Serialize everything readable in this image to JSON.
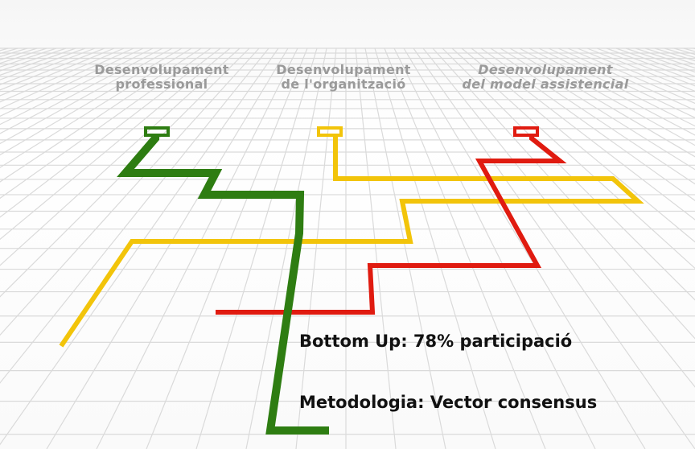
{
  "headers": [
    {
      "line1": "Desenvolupament",
      "line2": "professional",
      "color": "#2e7d12"
    },
    {
      "line1": "Desenvolupament",
      "line2": "de l'organització",
      "color": "#f2c40a"
    },
    {
      "line1": "Desenvolupament",
      "line2": "del model assistencial",
      "color": "#e01b10"
    }
  ],
  "routes": [
    {
      "name": "green-route",
      "color": "#2e7d12"
    },
    {
      "name": "yellow-route",
      "color": "#f2c40a"
    },
    {
      "name": "red-route",
      "color": "#e01b10"
    }
  ],
  "captions": {
    "participation": "Bottom Up: 78% participació",
    "methodology": "Metodologia: Vector consensus"
  }
}
